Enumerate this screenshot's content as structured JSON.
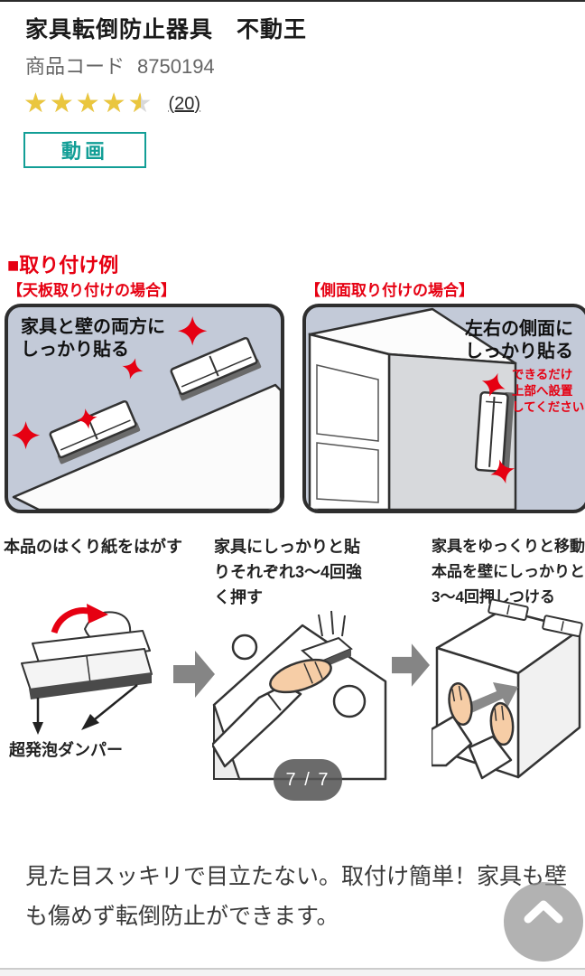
{
  "header": {
    "title": "家具転倒防止器具　不動王",
    "product_code_label": "商品コード",
    "product_code": "8750194",
    "rating": {
      "value": 4.5,
      "max": 5,
      "stars_glyphs": "★★★★★",
      "review_count_label": "(20)"
    },
    "video_button_label": "動画"
  },
  "install_examples": {
    "heading": "■取り付け例",
    "cases": {
      "top_mount": {
        "label": "【天板取り付けの場合】",
        "panel_text": "家具と壁の両方に\nしっかり貼る"
      },
      "side_mount": {
        "label": "【側面取り付けの場合】",
        "panel_text": "左右の側面に\nしっかり貼る",
        "note": "できるだけ\n上部へ設置\nしてください"
      }
    }
  },
  "steps": {
    "items": [
      {
        "text": "本品のはくり紙をはがす",
        "caption": "超発泡ダンパー"
      },
      {
        "text": "家具にしっかりと貼\nりそれぞれ3〜4回強\nく押す"
      },
      {
        "text": "家具をゆっくりと移動\n本品を壁にしっかりと\n3〜4回押しつける"
      }
    ]
  },
  "pager": {
    "current": 7,
    "total": 7,
    "label": "7 / 7"
  },
  "description": "見た目スッキリで目立たない。取付け簡単！家具も壁も傷めず転倒防止ができます。",
  "icons": {
    "chevron_up": "∧",
    "arrow_right": "➡",
    "impact_star": "✦"
  },
  "colors": {
    "accent_red": "#e60012",
    "teal": "#129e96",
    "star_yellow": "#eac63e",
    "panel_bg": "#c3cad8",
    "pager_bg": "rgba(86,86,86,0.88)"
  }
}
